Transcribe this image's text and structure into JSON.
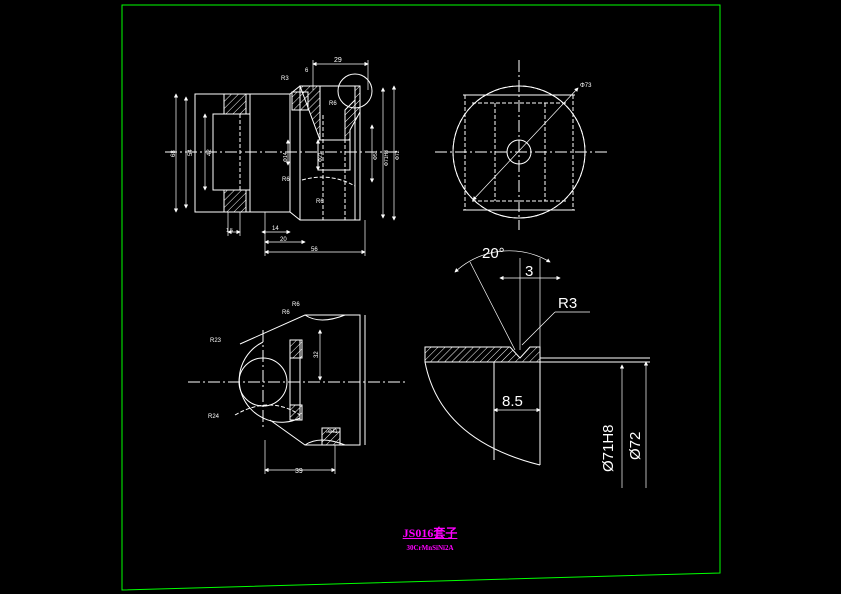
{
  "title_block": {
    "part_name": "JS016套子",
    "material": "30CrMnSiNi2A"
  },
  "colors": {
    "background": "#000000",
    "border": "#00ff00",
    "geometry": "#ffffff",
    "title": "#ff00ff"
  },
  "dimensions": {
    "front": {
      "d29": "29",
      "d6": "6",
      "r3": "R3",
      "r6_top": "R6",
      "r6_bot": "R6",
      "r6_inner": "R6",
      "d68": "68",
      "d54": "54",
      "d42": "42",
      "phi14": "Φ14",
      "phi21": "Φ21",
      "phi51": "Φ51",
      "phi71h8": "Φ71H8",
      "phi72": "Φ72",
      "d1_5": "1.5",
      "d14": "14",
      "d20": "20",
      "d56": "56"
    },
    "side": {
      "phi73": "Φ73"
    },
    "top": {
      "r6a": "R6",
      "r6b": "R6",
      "r23": "R23",
      "r24": "R24",
      "d32": "32",
      "phi41": "Φ41",
      "d39": "39"
    },
    "detail": {
      "angle": "20°",
      "d3": "3",
      "r3": "R3",
      "d8_5": "8.5",
      "phi71h8": "Ø71H8",
      "phi72": "Ø72"
    }
  }
}
